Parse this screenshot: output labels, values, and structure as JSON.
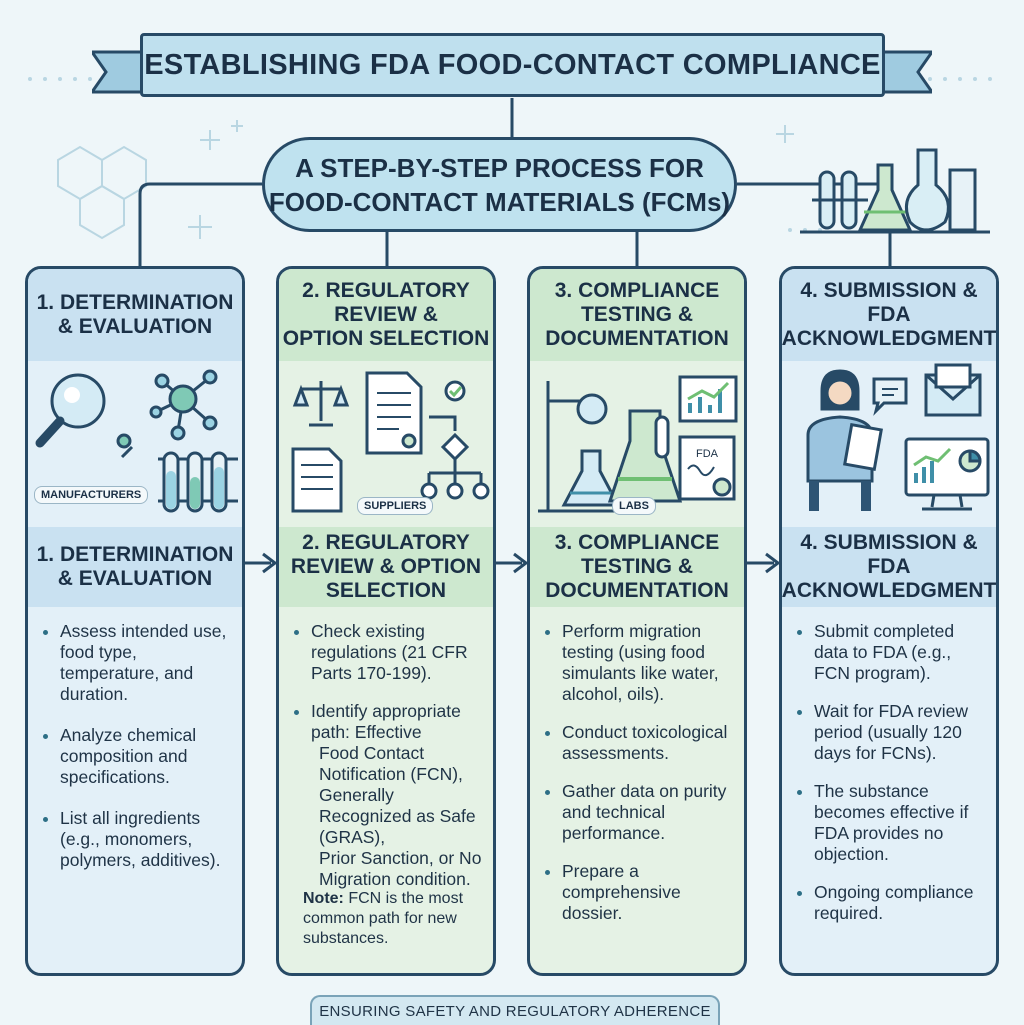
{
  "title": "ESTABLISHING FDA FOOD-CONTACT COMPLIANCE",
  "subtitle": {
    "line1": "A STEP-BY-STEP PROCESS FOR",
    "line2": "FOOD-CONTACT MATERIALS (FCMs)"
  },
  "columns": [
    {
      "head_lines": [
        "1. DETERMINATION",
        "& EVALUATION"
      ],
      "head2_lines": [
        "1. DETERMINATION",
        "& EVALUATION"
      ],
      "tag": "MANUFACTURERS",
      "bullets": [
        "Assess intended use, food type, temperature, and duration.",
        "Analyze chemical composition and specifications.",
        "List all ingredients (e.g., monomers, polymers, additives)."
      ]
    },
    {
      "head_lines": [
        "2. REGULATORY",
        "REVIEW &",
        "OPTION SELECTION"
      ],
      "head2_lines": [
        "2. REGULATORY",
        "REVIEW & OPTION",
        "SELECTION"
      ],
      "tag": "SUPPLIERS",
      "bullet1": "Check existing regulations (21 CFR Parts 170-199).",
      "bullet2_intro": "Identify appropriate path: Effective",
      "bullet2_sub": [
        "Food Contact Notification (FCN),",
        "Generally Recognized as Safe (GRAS),",
        "Prior Sanction, or No Migration condition."
      ],
      "note_label": "Note:",
      "note_text": " FCN is the most common path for new substances."
    },
    {
      "head_lines": [
        "3. COMPLIANCE",
        "TESTING &",
        "DOCUMENTATION"
      ],
      "head2_lines": [
        "3. COMPLIANCE",
        "TESTING &",
        "DOCUMENTATION"
      ],
      "tag": "LABS",
      "doc_label": "FDA",
      "bullets": [
        "Perform migration testing (using food simulants like water, alcohol, oils).",
        "Conduct toxicological assessments.",
        "Gather data on purity and technical performance.",
        "Prepare a comprehensive dossier."
      ]
    },
    {
      "head_lines": [
        "4. SUBMISSION &",
        "FDA",
        "ACKNOWLEDGMENT"
      ],
      "head2_lines": [
        "4. SUBMISSION &",
        "FDA",
        "ACKNOWLEDGMENT"
      ],
      "bullets": [
        "Submit completed data to FDA (e.g., FCN program).",
        "Wait for FDA review period (usually 120 days for FCNs).",
        "The substance becomes effective if FDA provides no objection.",
        "Ongoing compliance required."
      ]
    }
  ],
  "footer": "ENSURING SAFETY AND REGULATORY ADHERENCE",
  "colors": {
    "outline": "#274a66",
    "blue_panel": "#e3f0f8",
    "green_panel": "#e5f2e5",
    "blue_header": "#c9e1f1",
    "green_header": "#cde8cf",
    "accent_teal": "#3f8fa8",
    "accent_green": "#6fbf73"
  },
  "icons": [
    "magnifier-icon",
    "molecule-icon",
    "test-tubes-icon",
    "scales-icon",
    "document-icon",
    "flowchart-icon",
    "lab-flask-icon",
    "chart-icon",
    "certificate-icon",
    "person-icon",
    "envelope-icon",
    "chat-bubble-icon",
    "monitor-chart-icon",
    "arrow-right-icon"
  ]
}
